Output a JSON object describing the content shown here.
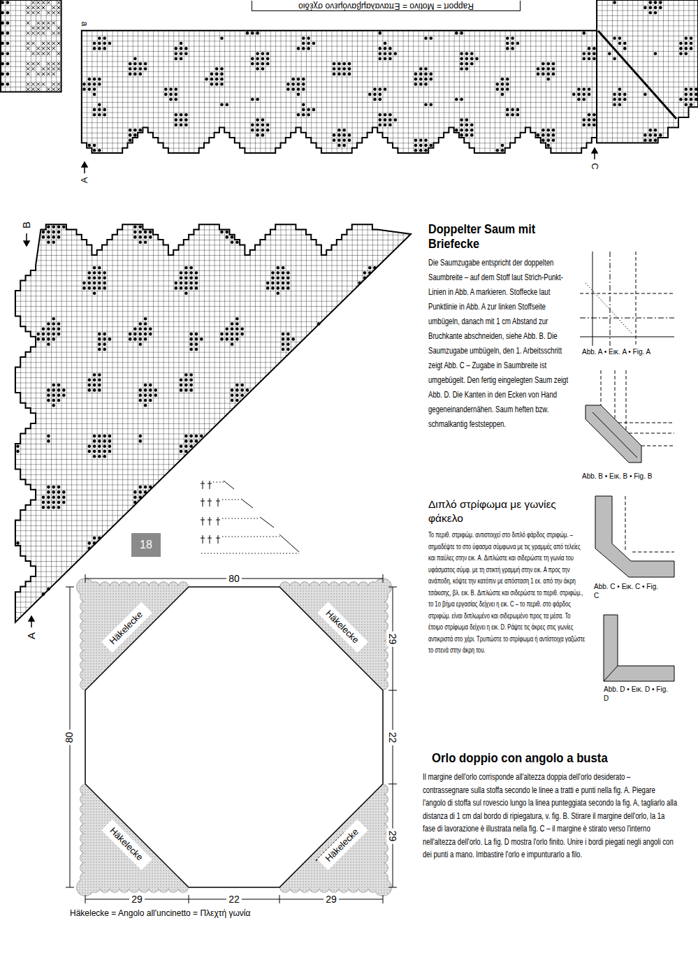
{
  "diagram": {
    "nodes": [
      {
        "text": [
          "Rapport = Motivo = Επαναλαμβανόμενο σχέδιο"
        ]
      },
      {
        "text": [
          "18"
        ]
      },
      {
        "text": [
          "Häkelecke"
        ]
      },
      {
        "text": [
          "Häkelecke"
        ]
      },
      {
        "text": [
          "Häkelecke"
        ]
      },
      {
        "text": [
          "Häkelecke"
        ]
      }
    ],
    "labels": [
      "a",
      "A",
      "C",
      "B",
      "Doppelter Saum mit Briefecke",
      "Die Saumzugabe entspricht der doppelten Saumbreite – auf dem Stoff laut Strich-Punkt-Linien in Abb. A markieren. Stoffecke laut Punktlinie in Abb. A zur linken Stoffseite umbügeln, danach mit 1 cm Abstand zur Bruchkante abschneiden, siehe Abb. B. Die Saumzugabe umbügeln, den 1. Arbeitsschritt zeigt Abb. C – Zugabe in Saumbreite ist umgebügelt. Den fertig eingelegten Saum zeigt Abb. D. Die Kanten in den Ecken von Hand gegeneinandernähen. Saum heften bzw. schmalkantig feststeppen.",
      "Abb. A • Εικ. A • Fig. A",
      "Abb. B • Εικ. B • Fig. B",
      "A",
      "Διπλό στρίφωμα με γωνίες φάκελο",
      "Το περιθ. στριφώμ. αντιστοιχεί στο διπλό φάρδος στριφώμ. – σημαδέψτε το στο ύφασμα σύμφωνα με τις γραμμές από τελείες και παύλες στην εικ. A. Διπλώστε και σιδερώστε τη γωνία του υφάσματος σύμφ. με τη στικτή γραμμή στην εικ. A προς την ανάποδη, κόψτε την κατόπιν με απόσταση 1 εκ. από την άκρη τσάκισης, βλ. εικ. B. Διπλώστε και σιδερώστε το περιθ. στριφώμ., το 1ο βήμα εργασίας δείχνει η εικ. C – το περιθ. στο φάρδος στριφώμ. είναι διπλωμένο και σιδερωμένο προς τα μέσα. Το έτοιμο στρίφωμα δείχνει η εικ. D. Ράψτε τις άκρες στις γωνίες αντικριστά στο χέρι. Τρυπώστε το στρίφωμα ή αντίστοιχα γαζώστε το στενά στην άκρη του.",
      "Abb. C • Εικ. C • Fig. C",
      "Abb. D • Εικ. D • Fig. D",
      "80",
      "29",
      "80",
      "22",
      "29",
      "Orlo doppio con angolo a busta",
      "Il margine dell'orlo corrisponde all'altezza doppia dell'orlo desiderato – contrassegnare sulla stoffa secondo le linee a tratti e punti nella fig. A. Piegare l'angolo di stoffa sul rovescio lungo la linea punteggiata secondo la fig. A, tagliarlo alla distanza di 1 cm dal bordo di ripiegatura, v. fig. B. Stirare il margine dell'orlo, la 1a fase di lavorazione è illustrata nella fig. C – il margine è stirato verso l'interno nell'altezza dell'orlo. La fig. D mostra l'orlo finito. Unire i bordi piegati negli angoli con dei punti a mano. Imbastire l'orlo e impunturarlo a filo.",
      "29",
      "22",
      "29",
      "Häkelecke = Angolo all'uncinetto = Πλεχτή γωνία"
    ]
  }
}
